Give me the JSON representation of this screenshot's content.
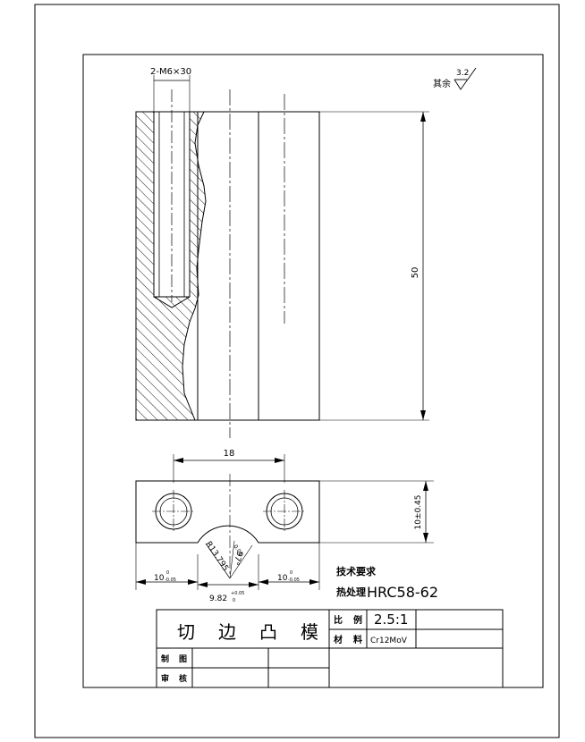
{
  "annotations": {
    "thread_spec": "2-M6×30",
    "surface_rest_label": "其余",
    "surface_rest_value": "3.2",
    "height_dim": "50",
    "hole_spacing_dim": "18",
    "slot_height_dim": "10±0.45",
    "radius_dim": "R13.795",
    "radius_tol": "0.05",
    "angle_dim": "97°",
    "left_width_dim": "10",
    "left_width_tol_up": "0",
    "left_width_tol_low": "-0.05",
    "right_width_dim": "10",
    "right_width_tol_up": "0",
    "right_width_tol_low": "-0.05",
    "center_dim": "9.82",
    "center_tol_up": "+0.05",
    "center_tol_low": "0"
  },
  "requirements": {
    "title": "技术要求",
    "heat_label": "热处理",
    "heat_value": "HRC58-62"
  },
  "title_block": {
    "part_name": [
      "切",
      "边",
      "凸",
      "模"
    ],
    "scale_label": [
      "比",
      "例"
    ],
    "scale_value": "2.5:1",
    "material_label": [
      "材",
      "料"
    ],
    "material_value": "Cr12MoV",
    "drawn_label": [
      "制",
      "图"
    ],
    "checked_label": [
      "审",
      "核"
    ]
  }
}
